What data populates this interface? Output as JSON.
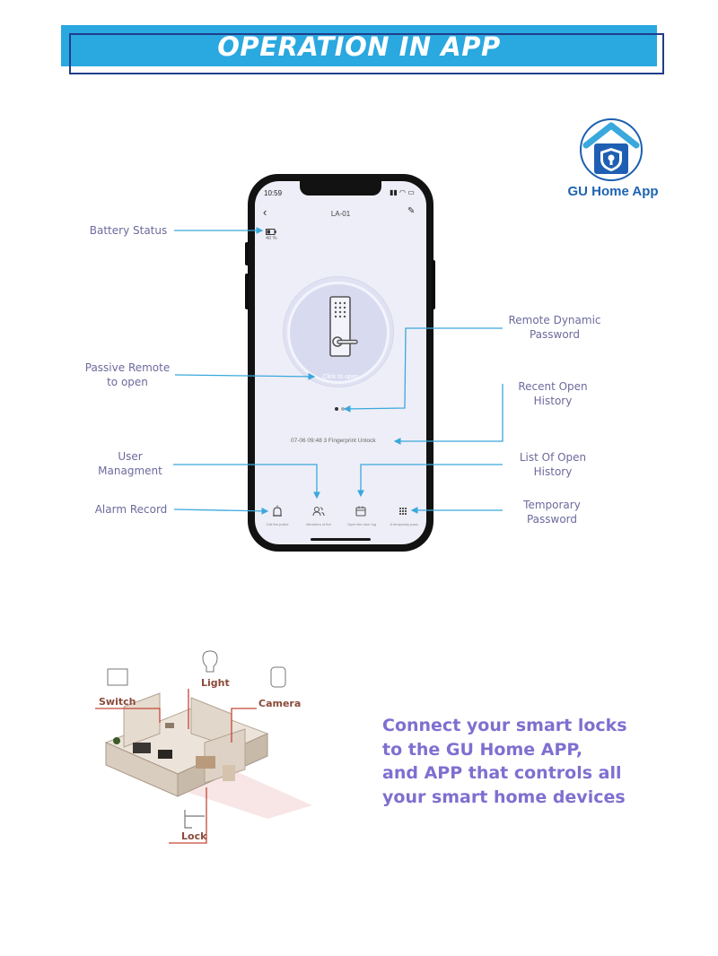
{
  "banner": {
    "title": "OPERATION IN APP"
  },
  "app": {
    "name": "GU Home App"
  },
  "phone": {
    "status_time": "10:59",
    "title": "LA-01",
    "battery_percent": "40 %",
    "click_to_open": "Click to open",
    "history_entry": "07-06 09:48  3 Fingerprint Unlock",
    "tabs": [
      "Call the police",
      "Members of the",
      "Open the door log",
      "A temporary pass"
    ]
  },
  "callouts": {
    "battery_status": "Battery Status",
    "passive_remote": [
      "Passive Remote",
      "to open"
    ],
    "user_management": [
      "User",
      "Managment"
    ],
    "alarm_record": "Alarm Record",
    "remote_dynamic": [
      "Remote Dynamic",
      "Password"
    ],
    "recent_open": [
      "Recent Open",
      "History"
    ],
    "list_open": [
      "List Of Open",
      "History"
    ],
    "temporary_password": [
      "Temporary",
      "Password"
    ]
  },
  "smart_home": {
    "labels": {
      "switch": "Switch",
      "light": "Light",
      "camera": "Camera",
      "lock": "Lock"
    }
  },
  "promo": {
    "lines": [
      "Connect your smart locks",
      "to the GU Home APP,",
      "and APP that controls all",
      "your smart home devices"
    ]
  },
  "colors": {
    "banner_fill": "#2aa8e0",
    "banner_frame": "#1f3d8a",
    "callout_text": "#6c6a9c",
    "callout_line": "#3aa8dc",
    "promo_text": "#7f6fd0",
    "app_name": "#1d63b0"
  }
}
